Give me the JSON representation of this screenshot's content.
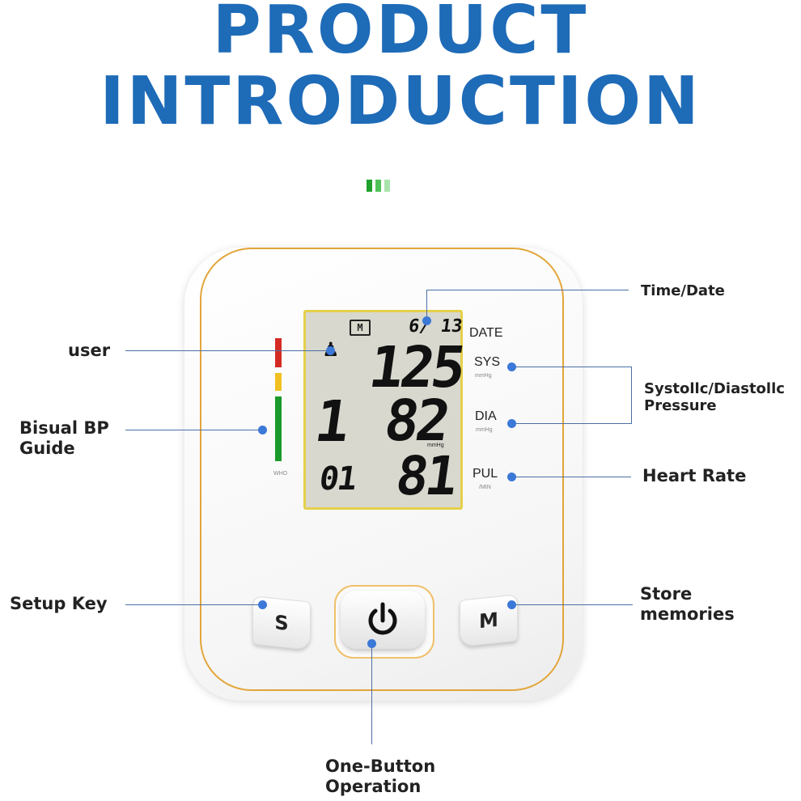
{
  "header": {
    "line1": "PRODUCT",
    "line2": "INTRODUCTION"
  },
  "accent_color": "#1e6bb8",
  "lcd": {
    "memory_badge": "M",
    "date_value": "6/ 13",
    "sys_value": "125",
    "dia_value": "82",
    "pul_value": "81",
    "memory_index": "01",
    "bar_indicator": "1",
    "mmhg_unit": "mmHg"
  },
  "device_labels": {
    "date": "DATE",
    "sys": "SYS",
    "sys_unit": "mmHg",
    "dia": "DIA",
    "dia_unit": "mmHg",
    "pul": "PUL",
    "pul_unit": "/MIN",
    "who": "WHO"
  },
  "buttons": {
    "setup": "S",
    "memory": "M",
    "power_icon": "power-icon"
  },
  "callouts": {
    "time_date": "Time/Date",
    "user": "user",
    "bp_guide_1": "Bisual BP",
    "bp_guide_2": "Guide",
    "pressure_1": "Systollc/Diastollc",
    "pressure_2": "Pressure",
    "heart_rate": "Heart Rate",
    "setup_key": "Setup Key",
    "store_1": "Store",
    "store_2": "memories",
    "one_button_1": "One-Button",
    "one_button_2": "Operation"
  }
}
